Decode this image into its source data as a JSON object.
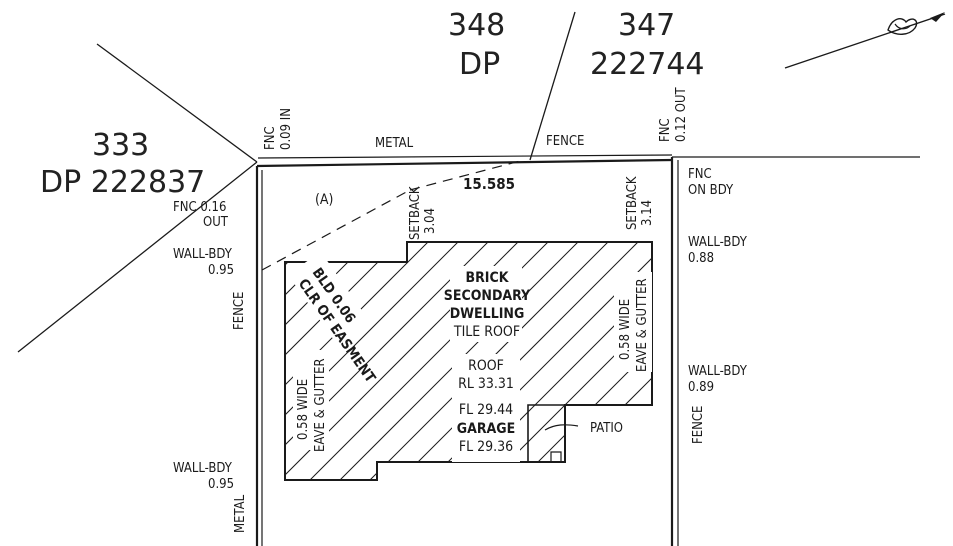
{
  "lots": {
    "lot_348": {
      "number": "348",
      "plan": "DP"
    },
    "lot_347": {
      "number": "347",
      "plan": "222744"
    },
    "lot_333": {
      "number": "333",
      "plan": "DP 222837"
    }
  },
  "boundary": {
    "frontage_length": "15.585",
    "easement_marker": "(A)",
    "top_fence_material": "METAL",
    "top_fence_label": "FENCE"
  },
  "offsets": {
    "fnc_top_left": "FNC",
    "fnc_top_left_val": "0.09 IN",
    "fnc_top_right": "FNC",
    "fnc_top_right_val": "0.12 OUT",
    "fnc_left": "FNC 0.16",
    "fnc_left_val": "OUT",
    "fnc_right": "FNC",
    "fnc_right_val": "ON BDY",
    "wall_bdy_left_1": "WALL-BDY",
    "wall_bdy_left_1_val": "0.95",
    "wall_bdy_left_2": "WALL-BDY",
    "wall_bdy_left_2_val": "0.95",
    "wall_bdy_right_1": "WALL-BDY",
    "wall_bdy_right_1_val": "0.88",
    "wall_bdy_right_2": "WALL-BDY",
    "wall_bdy_right_2_val": "0.89",
    "fence_left": "FENCE",
    "fence_right": "FENCE",
    "metal_left": "METAL"
  },
  "setbacks": {
    "left_label": "SETBACK",
    "left_value": "3.04",
    "right_label": "SETBACK",
    "right_value": "3.14"
  },
  "building": {
    "line1": "BRICK",
    "line2": "SECONDARY",
    "line3": "DWELLING",
    "line4": "TILE ROOF",
    "roof_label": "ROOF",
    "roof_rl": "RL 33.31",
    "floor_level": "FL 29.44",
    "garage_label": "GARAGE",
    "garage_fl": "FL 29.36",
    "patio_label": "PATIO",
    "easement_line1": "BLD 0.06",
    "easement_line2": "CLR OF EASMENT",
    "eave_left_1": "0.58 WIDE",
    "eave_left_2": "EAVE & GUTTER",
    "eave_right_1": "0.58 WIDE",
    "eave_right_2": "EAVE & GUTTER"
  },
  "icons": {
    "north_arrow": "north-arrow-icon"
  },
  "colors": {
    "ink": "#1a1a1a",
    "paper": "#ffffff"
  }
}
